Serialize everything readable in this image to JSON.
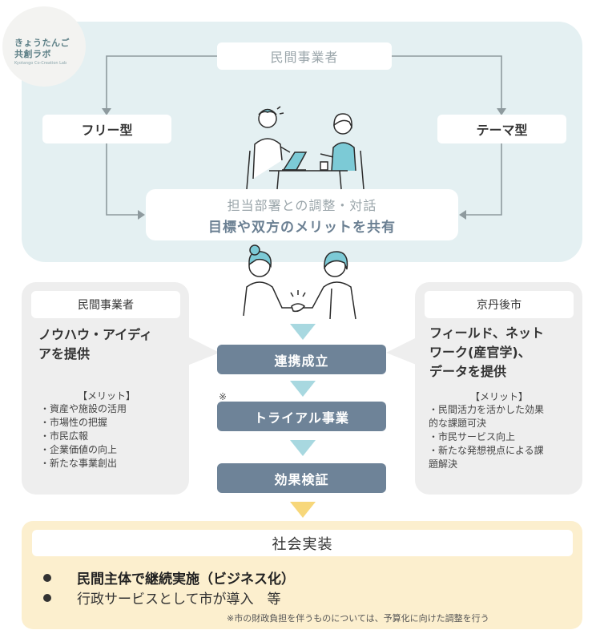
{
  "logo": {
    "line1": "きょうたんご",
    "line2": "共創ラボ",
    "en": "Kyotango Co-Creation Lab"
  },
  "top": {
    "operator": "民間事業者",
    "free_type": "フリー型",
    "theme_type": "テーマ型",
    "coordination_line1": "担当部署との調整・対話",
    "coordination_line2": "目標や双方のメリットを共有"
  },
  "left": {
    "heading": "民間事業者",
    "offer_line1": "ノウハウ・アイディ",
    "offer_line2": "アを提供",
    "merit_title": "【メリット】",
    "merits": [
      "・資産や施設の活用",
      "・市場性の把握",
      "・市民広報",
      "・企業価値の向上",
      "・新たな事業創出"
    ]
  },
  "right": {
    "heading": "京丹後市",
    "offer_line1": "フィールド、ネット",
    "offer_line2": "ワーク(産官学)、",
    "offer_line3": "データを提供",
    "merit_title": "【メリット】",
    "merits": [
      "・民間活力を活かした効果",
      "的な課題可決",
      "・市民サービス向上",
      "・新たな発想視点による課",
      "題解決"
    ]
  },
  "steps": {
    "s1": "連携成立",
    "s2": "トライアル事業",
    "s3": "効果検証",
    "note_mark": "※"
  },
  "bottom": {
    "heading": "社会実装",
    "bullet1": "民間主体で継続実施（ビジネス化）",
    "bullet2": "行政サービスとして市が導入　等",
    "note": "※市の財政負担を伴うものについては、予算化に向けた調整を行う"
  },
  "colors": {
    "top_bg": "#e4f0f2",
    "side_bg": "#eeeeee",
    "step_bg": "#6e8398",
    "bottom_bg": "#fcefce",
    "arrow_teal": "#a8d8e0",
    "arrow_yellow": "#f7d77a"
  }
}
